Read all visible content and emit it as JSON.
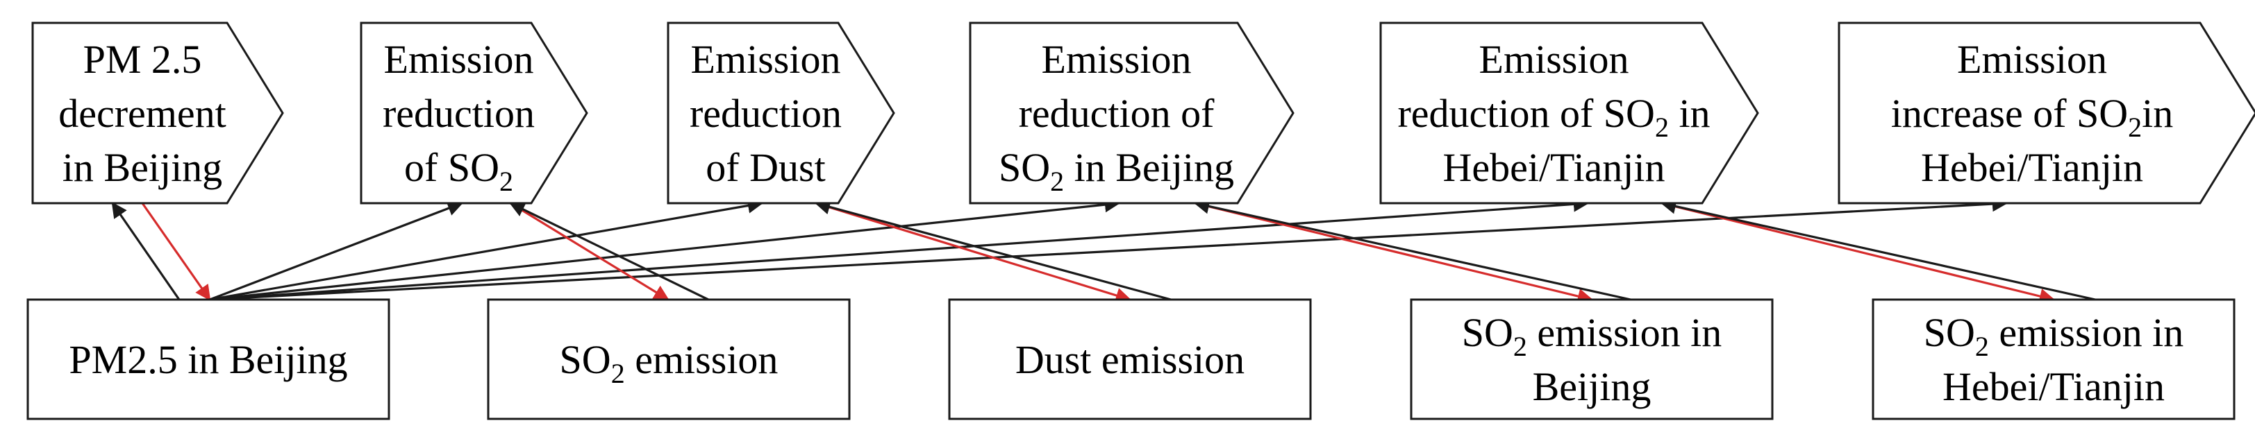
{
  "colors": {
    "outline": "#1a1a1a",
    "black_arrow": "#1a1a1a",
    "red_arrow": "#d62c2c"
  },
  "top_nodes": [
    {
      "id": "pm25-decrement",
      "lines": [
        [
          {
            "t": "PM 2.5"
          }
        ],
        [
          {
            "t": "decrement"
          }
        ],
        [
          {
            "t": "in Beijing"
          }
        ]
      ]
    },
    {
      "id": "reduction-so2",
      "lines": [
        [
          {
            "t": "Emission"
          }
        ],
        [
          {
            "t": "reduction"
          }
        ],
        [
          {
            "t": "of SO"
          },
          {
            "t": "2",
            "sub": true
          }
        ]
      ]
    },
    {
      "id": "reduction-dust",
      "lines": [
        [
          {
            "t": "Emission"
          }
        ],
        [
          {
            "t": "reduction"
          }
        ],
        [
          {
            "t": "of Dust"
          }
        ]
      ]
    },
    {
      "id": "reduction-so2-beijing",
      "lines": [
        [
          {
            "t": "Emission"
          }
        ],
        [
          {
            "t": "reduction of"
          }
        ],
        [
          {
            "t": "SO"
          },
          {
            "t": "2",
            "sub": true
          },
          {
            "t": " in Beijing"
          }
        ]
      ]
    },
    {
      "id": "reduction-so2-hebei",
      "lines": [
        [
          {
            "t": "Emission"
          }
        ],
        [
          {
            "t": "reduction of SO"
          },
          {
            "t": "2",
            "sub": true
          },
          {
            "t": " in"
          }
        ],
        [
          {
            "t": "Hebei/Tianjin"
          }
        ]
      ]
    },
    {
      "id": "increase-so2-hebei",
      "lines": [
        [
          {
            "t": "Emission"
          }
        ],
        [
          {
            "t": "increase of SO"
          },
          {
            "t": "2",
            "sub": true
          },
          {
            "t": "in"
          }
        ],
        [
          {
            "t": "Hebei/Tianjin"
          }
        ]
      ]
    }
  ],
  "bottom_nodes": [
    {
      "id": "pm25-beijing",
      "lines": [
        [
          {
            "t": "PM2.5 in Beijing"
          }
        ]
      ]
    },
    {
      "id": "so2-emission",
      "lines": [
        [
          {
            "t": "SO"
          },
          {
            "t": "2",
            "sub": true
          },
          {
            "t": " emission"
          }
        ]
      ]
    },
    {
      "id": "dust-emission",
      "lines": [
        [
          {
            "t": "Dust emission"
          }
        ]
      ]
    },
    {
      "id": "so2-emission-beijing",
      "lines": [
        [
          {
            "t": "SO"
          },
          {
            "t": "2",
            "sub": true
          },
          {
            "t": " emission in"
          }
        ],
        [
          {
            "t": "Beijing"
          }
        ]
      ]
    },
    {
      "id": "so2-emission-hebei",
      "lines": [
        [
          {
            "t": "SO"
          },
          {
            "t": "2",
            "sub": true
          },
          {
            "t": " emission in"
          }
        ],
        [
          {
            "t": "Hebei/Tianjin"
          }
        ]
      ]
    }
  ],
  "edges": [
    {
      "from": "pm25-beijing",
      "to": "pm25-decrement",
      "color": "black"
    },
    {
      "from": "pm25-decrement",
      "to": "pm25-beijing",
      "color": "red"
    },
    {
      "from": "pm25-beijing",
      "to": "reduction-so2",
      "color": "black"
    },
    {
      "from": "pm25-beijing",
      "to": "reduction-dust",
      "color": "black"
    },
    {
      "from": "pm25-beijing",
      "to": "reduction-so2-beijing",
      "color": "black"
    },
    {
      "from": "pm25-beijing",
      "to": "reduction-so2-hebei",
      "color": "black"
    },
    {
      "from": "pm25-beijing",
      "to": "increase-so2-hebei",
      "color": "black"
    },
    {
      "from": "reduction-so2",
      "to": "so2-emission",
      "color": "red"
    },
    {
      "from": "so2-emission",
      "to": "reduction-so2",
      "color": "black"
    },
    {
      "from": "reduction-dust",
      "to": "dust-emission",
      "color": "red"
    },
    {
      "from": "dust-emission",
      "to": "reduction-dust",
      "color": "black"
    },
    {
      "from": "reduction-so2-beijing",
      "to": "so2-emission-beijing",
      "color": "red"
    },
    {
      "from": "so2-emission-beijing",
      "to": "reduction-so2-beijing",
      "color": "black"
    },
    {
      "from": "reduction-so2-hebei",
      "to": "so2-emission-hebei",
      "color": "red"
    },
    {
      "from": "so2-emission-hebei",
      "to": "reduction-so2-hebei",
      "color": "black"
    }
  ]
}
